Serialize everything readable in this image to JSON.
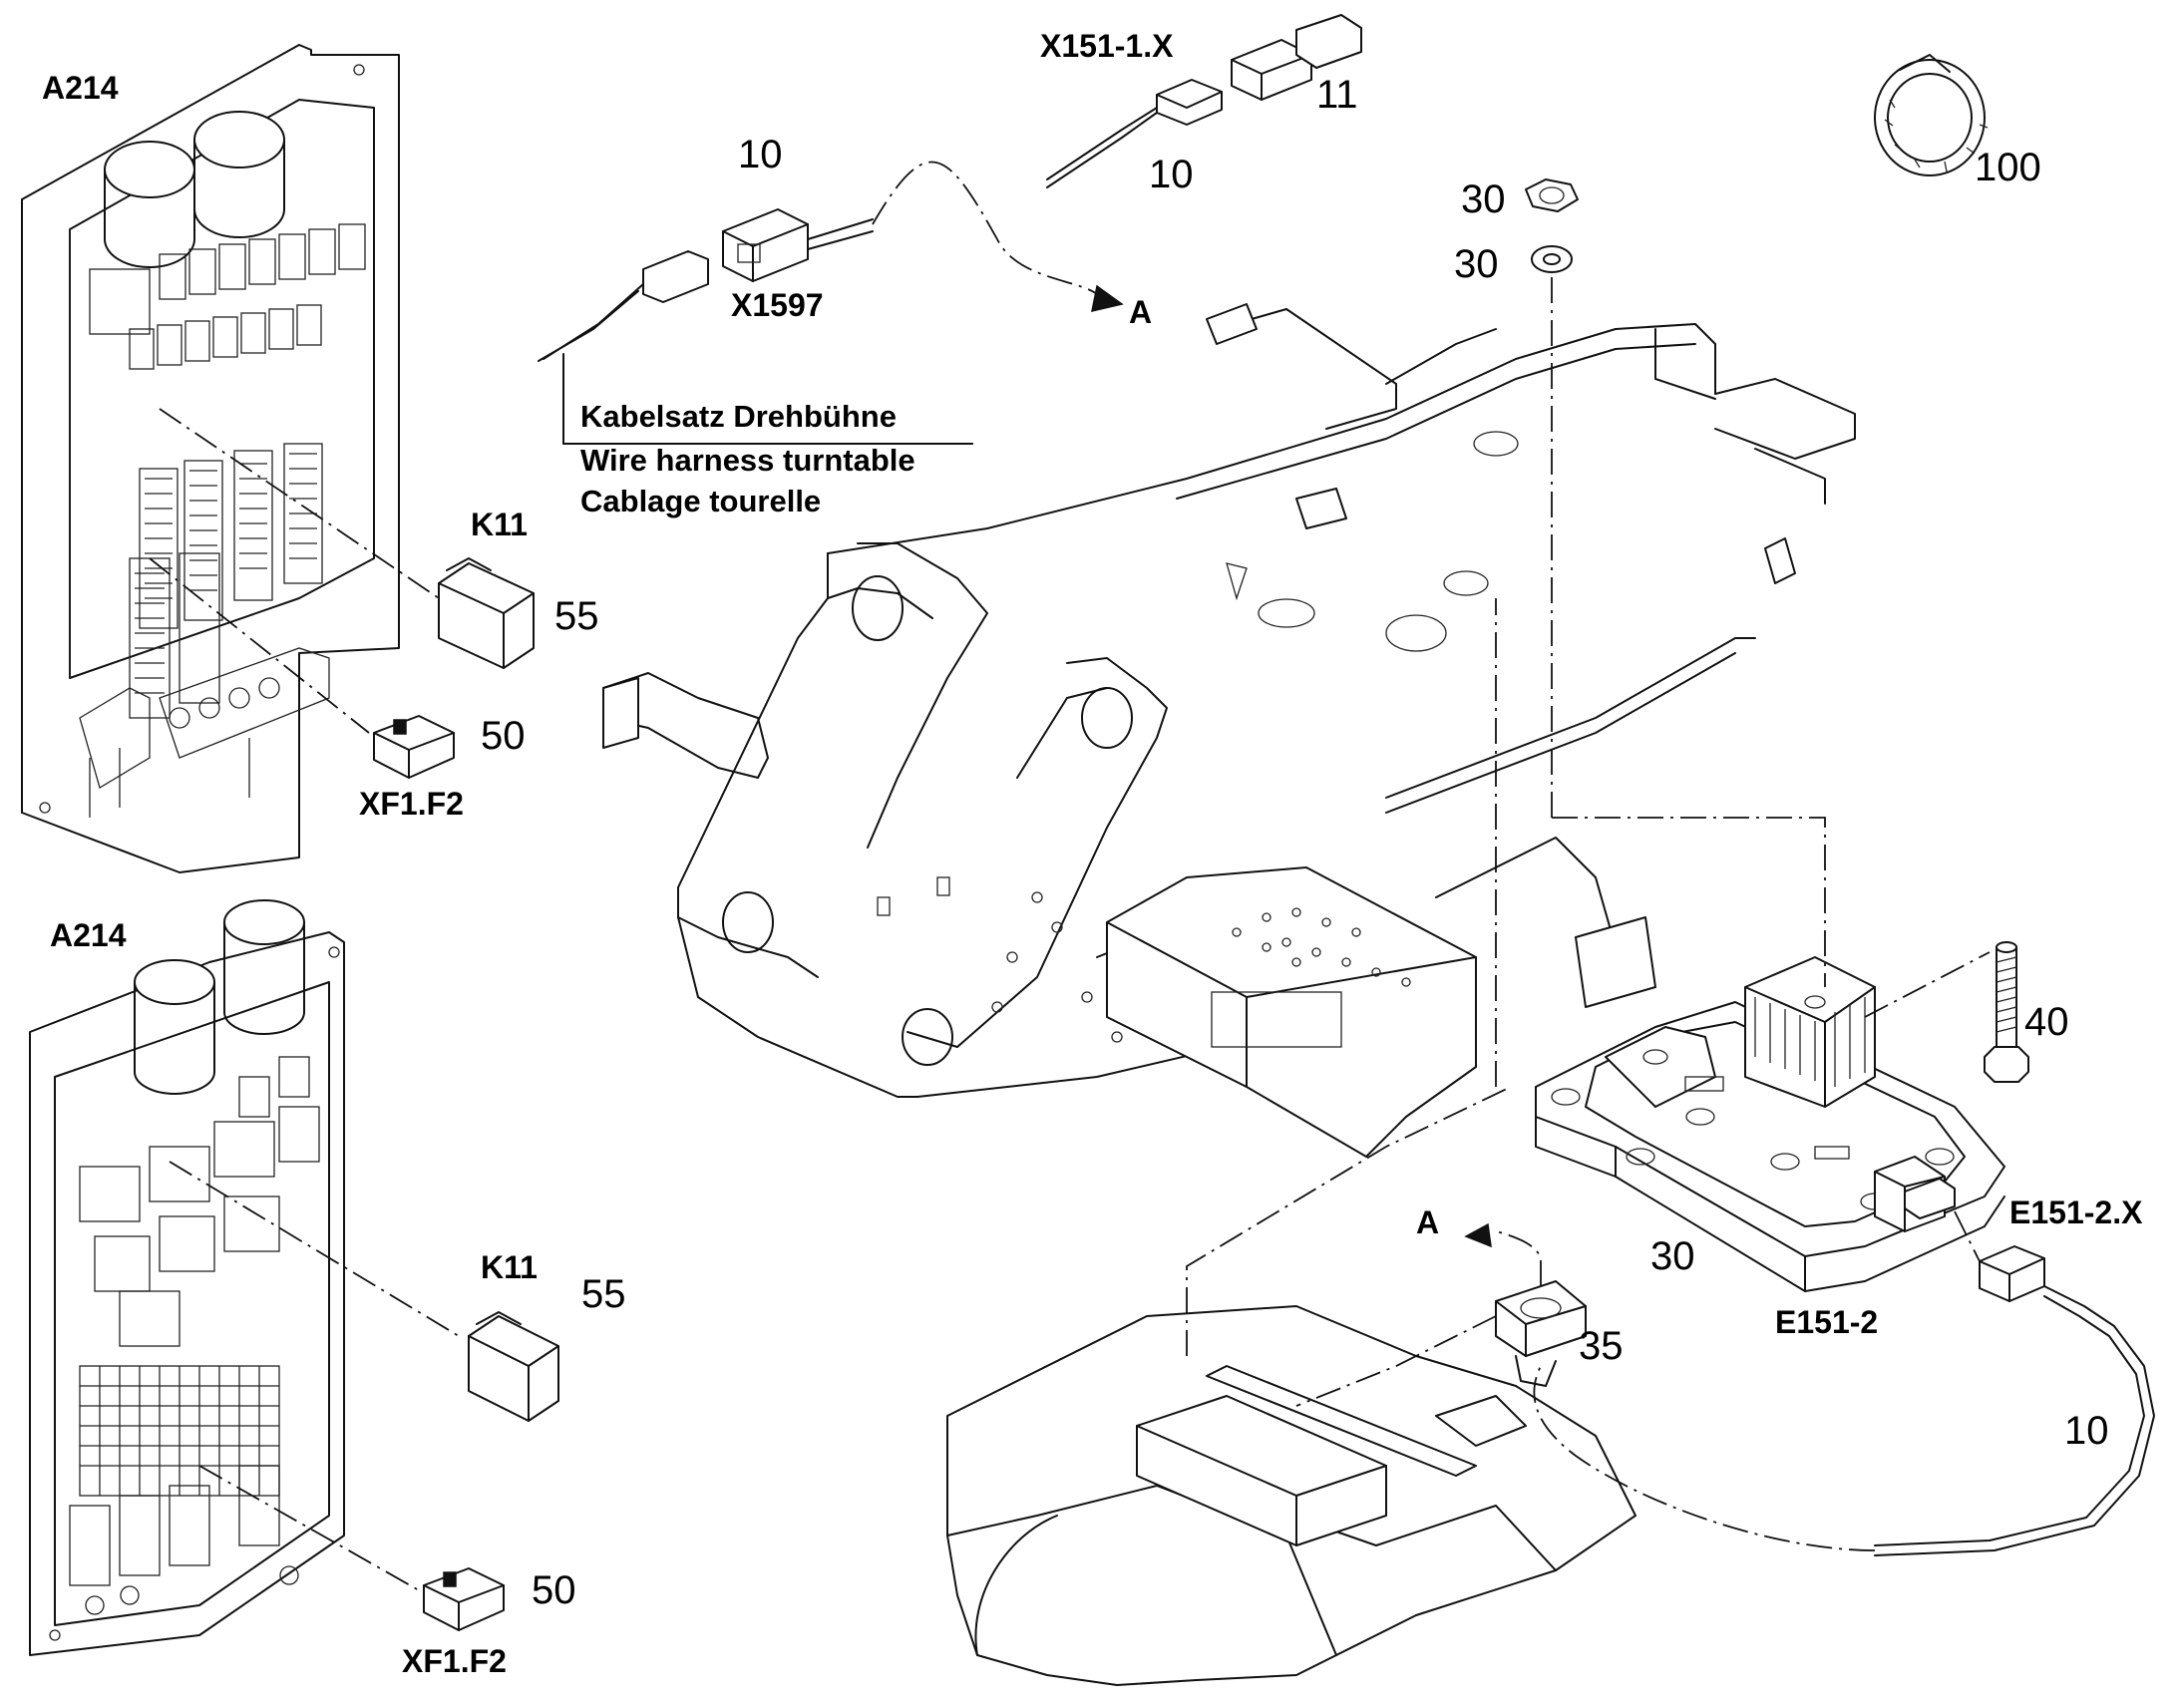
{
  "labels": {
    "a214_top": "A214",
    "a214_bottom": "A214",
    "k11_top": "K11",
    "k11_bottom": "K11",
    "xf1f2_top": "XF1.F2",
    "xf1f2_bottom": "XF1.F2",
    "x151_1x": "X151-1.X",
    "x1597": "X1597",
    "e151_2x": "E151-2.X",
    "e151_2": "E151-2",
    "arrow_a_top": "A",
    "arrow_a_bottom": "A"
  },
  "item_numbers": {
    "n10_plug": "10",
    "n10_x151": "10",
    "n10_cable": "10",
    "n11": "11",
    "n100": "100",
    "n30_nut": "30",
    "n30_washer": "30",
    "n30_body": "30",
    "n40": "40",
    "n35": "35",
    "n55_top": "55",
    "n55_bottom": "55",
    "n50_top": "50",
    "n50_bottom": "50"
  },
  "harness_caption": {
    "de": "Kabelsatz Drehbühne",
    "en": "Wire harness turntable",
    "fr": "Cablage tourelle"
  }
}
